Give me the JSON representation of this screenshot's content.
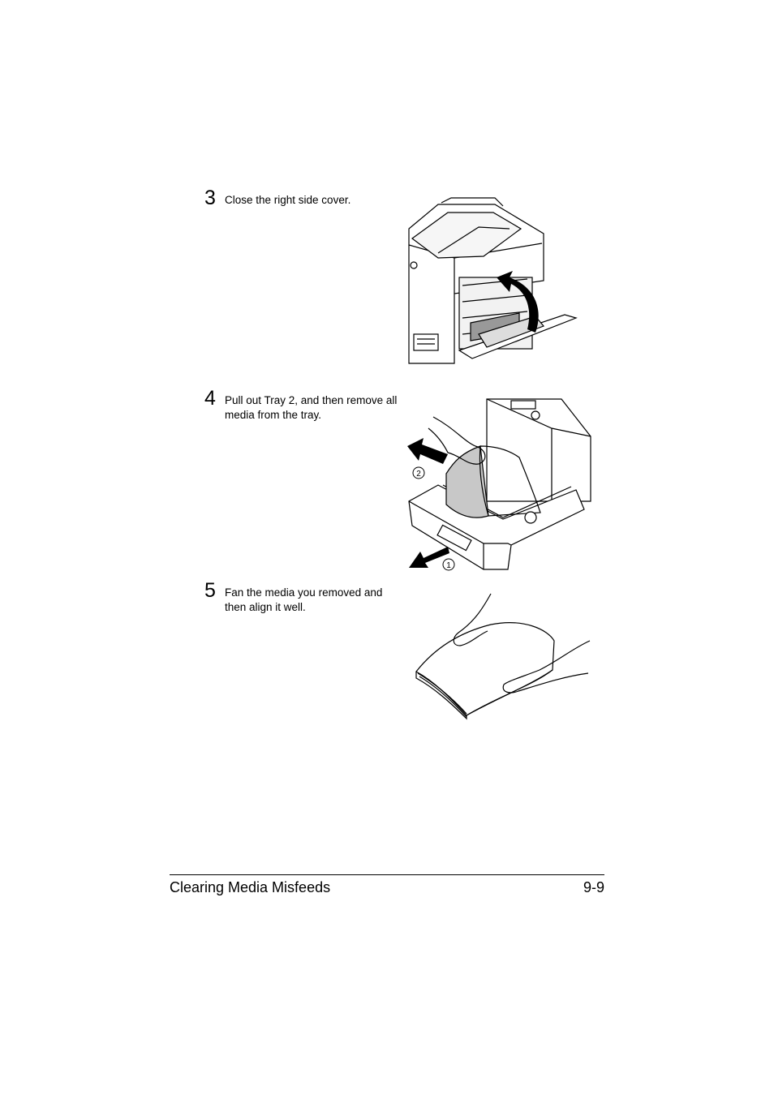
{
  "steps": [
    {
      "number": "3",
      "text": "Close the right side cover."
    },
    {
      "number": "4",
      "text": "Pull out Tray 2, and then remove all media from the tray."
    },
    {
      "number": "5",
      "text": "Fan the media you removed and then align it well."
    }
  ],
  "figures": {
    "tray_callout_1": "1",
    "tray_callout_2": "2"
  },
  "footer": {
    "title": "Clearing Media Misfeeds",
    "page": "9-9"
  }
}
